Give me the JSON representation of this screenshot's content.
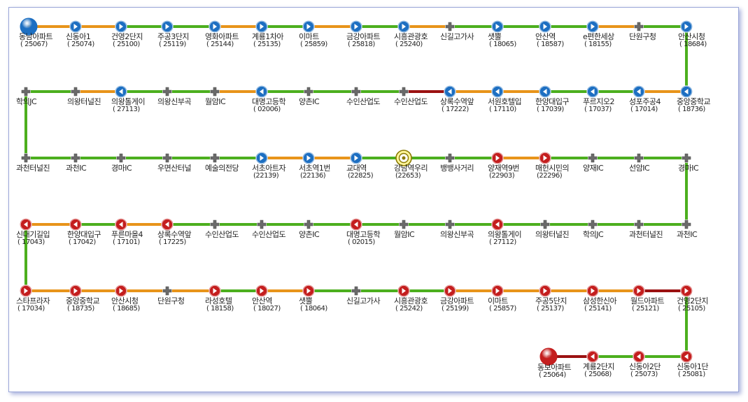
{
  "colors": {
    "green": "#4caf1e",
    "orange": "#e8941a",
    "darkred": "#9b1111",
    "blue_icon": "#1d6fc2",
    "red_icon": "#c41e1e",
    "gray_icon": "#666666"
  },
  "route": [
    {
      "name": "동남아파트",
      "id": "( 25067)",
      "icon": "start-blue"
    },
    {
      "name": "신동아1",
      "id": "( 25074)",
      "icon": "blue"
    },
    {
      "name": "건영2단지",
      "id": "( 25100)",
      "icon": "blue"
    },
    {
      "name": "주공3단지",
      "id": "( 25119)",
      "icon": "blue"
    },
    {
      "name": "영화아파트",
      "id": "( 25144)",
      "icon": "blue"
    },
    {
      "name": "계룡1차아",
      "id": "( 25135)",
      "icon": "blue"
    },
    {
      "name": "이마트",
      "id": "( 25859)",
      "icon": "blue"
    },
    {
      "name": "금강아파트",
      "id": "( 25818)",
      "icon": "blue"
    },
    {
      "name": "시흥관광호",
      "id": "( 25240)",
      "icon": "blue"
    },
    {
      "name": "신길고가사",
      "id": "",
      "icon": "gray"
    },
    {
      "name": "샛뿔",
      "id": "( 18065)",
      "icon": "blue"
    },
    {
      "name": "안산역",
      "id": "( 18587)",
      "icon": "blue"
    },
    {
      "name": "e편한세상",
      "id": "( 18155)",
      "icon": "blue"
    },
    {
      "name": "단원구청",
      "id": "",
      "icon": "gray"
    },
    {
      "name": "안산시청",
      "id": "( 18684)",
      "icon": "blue"
    },
    {
      "name": "중앙중학교",
      "id": "( 18736)",
      "icon": "blue"
    },
    {
      "name": "성포주공4",
      "id": "( 17014)",
      "icon": "blue"
    },
    {
      "name": "푸르지오2",
      "id": "( 17037)",
      "icon": "blue"
    },
    {
      "name": "한양대입구",
      "id": "( 17039)",
      "icon": "blue"
    },
    {
      "name": "서원호텔입",
      "id": "( 17110)",
      "icon": "blue"
    },
    {
      "name": "상록수역앞",
      "id": "( 17222)",
      "icon": "blue"
    },
    {
      "name": "수인산업도",
      "id": "",
      "icon": "gray"
    },
    {
      "name": "수인산업도",
      "id": "",
      "icon": "gray"
    },
    {
      "name": "양촌IC",
      "id": "",
      "icon": "gray"
    },
    {
      "name": "대명고등학",
      "id": "( 02006)",
      "icon": "blue"
    },
    {
      "name": "월암IC",
      "id": "",
      "icon": "gray"
    },
    {
      "name": "의왕신부곡",
      "id": "",
      "icon": "gray"
    },
    {
      "name": "의왕톨게이",
      "id": "( 27113)",
      "icon": "blue"
    },
    {
      "name": "의왕터널진",
      "id": "",
      "icon": "gray"
    },
    {
      "name": "학의JC",
      "id": "",
      "icon": "gray"
    },
    {
      "name": "과천터널진",
      "id": "",
      "icon": "gray"
    },
    {
      "name": "과천IC",
      "id": "",
      "icon": "gray"
    },
    {
      "name": "경마IC",
      "id": "",
      "icon": "gray"
    },
    {
      "name": "우면산터널",
      "id": "",
      "icon": "gray"
    },
    {
      "name": "예술의전당",
      "id": "",
      "icon": "gray"
    },
    {
      "name": "서초아트자",
      "id": "(22139)",
      "icon": "blue"
    },
    {
      "name": "서초역1번",
      "id": "(22136)",
      "icon": "blue"
    },
    {
      "name": "교대역",
      "id": "(22825)",
      "icon": "blue"
    },
    {
      "name": "강남역우리",
      "id": "(22653)",
      "icon": "turn"
    },
    {
      "name": "뱅뱅사거리",
      "id": "",
      "icon": "gray"
    },
    {
      "name": "양재역9번",
      "id": "(22903)",
      "icon": "red"
    },
    {
      "name": "매헌시민의",
      "id": "(22296)",
      "icon": "red"
    },
    {
      "name": "양재IC",
      "id": "",
      "icon": "gray"
    },
    {
      "name": "선암IC",
      "id": "",
      "icon": "gray"
    },
    {
      "name": "경마IC",
      "id": "",
      "icon": "gray"
    },
    {
      "name": "과천IC",
      "id": "",
      "icon": "gray"
    },
    {
      "name": "과천터널진",
      "id": "",
      "icon": "gray"
    },
    {
      "name": "학의JC",
      "id": "",
      "icon": "gray"
    },
    {
      "name": "의왕터널진",
      "id": "",
      "icon": "gray"
    },
    {
      "name": "의왕톨게이",
      "id": "( 27112)",
      "icon": "red"
    },
    {
      "name": "의왕신부곡",
      "id": "",
      "icon": "gray"
    },
    {
      "name": "월암IC",
      "id": "",
      "icon": "gray"
    },
    {
      "name": "대명고등학",
      "id": "( 02015)",
      "icon": "red"
    },
    {
      "name": "양촌IC",
      "id": "",
      "icon": "gray"
    },
    {
      "name": "수인산업도",
      "id": "",
      "icon": "gray"
    },
    {
      "name": "수인산업도",
      "id": "",
      "icon": "gray"
    },
    {
      "name": "상록수역앞",
      "id": "( 17225)",
      "icon": "red"
    },
    {
      "name": "푸른마을4",
      "id": "( 17101)",
      "icon": "red"
    },
    {
      "name": "한양대입구",
      "id": "( 17042)",
      "icon": "red"
    },
    {
      "name": "신대기길입",
      "id": "( 17043)",
      "icon": "red"
    },
    {
      "name": "스타프라자",
      "id": "( 17034)",
      "icon": "red"
    },
    {
      "name": "중앙중학교",
      "id": "( 18735)",
      "icon": "red"
    },
    {
      "name": "안산시청",
      "id": "( 18685)",
      "icon": "red"
    },
    {
      "name": "단원구청",
      "id": "",
      "icon": "gray"
    },
    {
      "name": "라성호텔",
      "id": "( 18158)",
      "icon": "red"
    },
    {
      "name": "안산역",
      "id": "( 18027)",
      "icon": "red"
    },
    {
      "name": "샛뿔",
      "id": "( 18064)",
      "icon": "red"
    },
    {
      "name": "신길고가사",
      "id": "",
      "icon": "gray"
    },
    {
      "name": "시흥관광호",
      "id": "( 25242)",
      "icon": "red"
    },
    {
      "name": "금강아파트",
      "id": "( 25199)",
      "icon": "red"
    },
    {
      "name": "이마트",
      "id": "( 25857)",
      "icon": "red"
    },
    {
      "name": "주공5단지",
      "id": "( 25137)",
      "icon": "red"
    },
    {
      "name": "삼성한신아",
      "id": "( 25141)",
      "icon": "red"
    },
    {
      "name": "월드아파트",
      "id": "( 25121)",
      "icon": "red"
    },
    {
      "name": "건영2단지",
      "id": "( 25105)",
      "icon": "red"
    },
    {
      "name": "신동아1단",
      "id": "( 25081)",
      "icon": "red"
    },
    {
      "name": "신동아2단",
      "id": "( 25073)",
      "icon": "red"
    },
    {
      "name": "계룡2단지",
      "id": "( 25068)",
      "icon": "red"
    },
    {
      "name": "동보아파트",
      "id": "( 25064)",
      "icon": "end-red"
    }
  ],
  "segments": [
    "orange",
    "orange",
    "green",
    "green",
    "orange",
    "green",
    "orange",
    "green",
    "orange",
    "green",
    "green",
    "green",
    "orange",
    "green",
    "green",
    "orange",
    "green",
    "green",
    "orange",
    "orange",
    "darkred",
    "green",
    "green",
    "green",
    "orange",
    "green",
    "green",
    "orange",
    "green",
    "green",
    "green",
    "green",
    "green",
    "green",
    "green",
    "orange",
    "orange",
    "green",
    "green",
    "green",
    "orange",
    "green",
    "green",
    "green",
    "green",
    "green",
    "green",
    "green",
    "green",
    "green",
    "green",
    "green",
    "green",
    "green",
    "green",
    "green",
    "orange",
    "green",
    "orange",
    "green",
    "orange",
    "orange",
    "orange",
    "orange",
    "green",
    "orange",
    "green",
    "green",
    "green",
    "orange",
    "orange",
    "orange",
    "orange",
    "darkred",
    "green",
    "green",
    "green",
    "darkred",
    "darkred"
  ]
}
